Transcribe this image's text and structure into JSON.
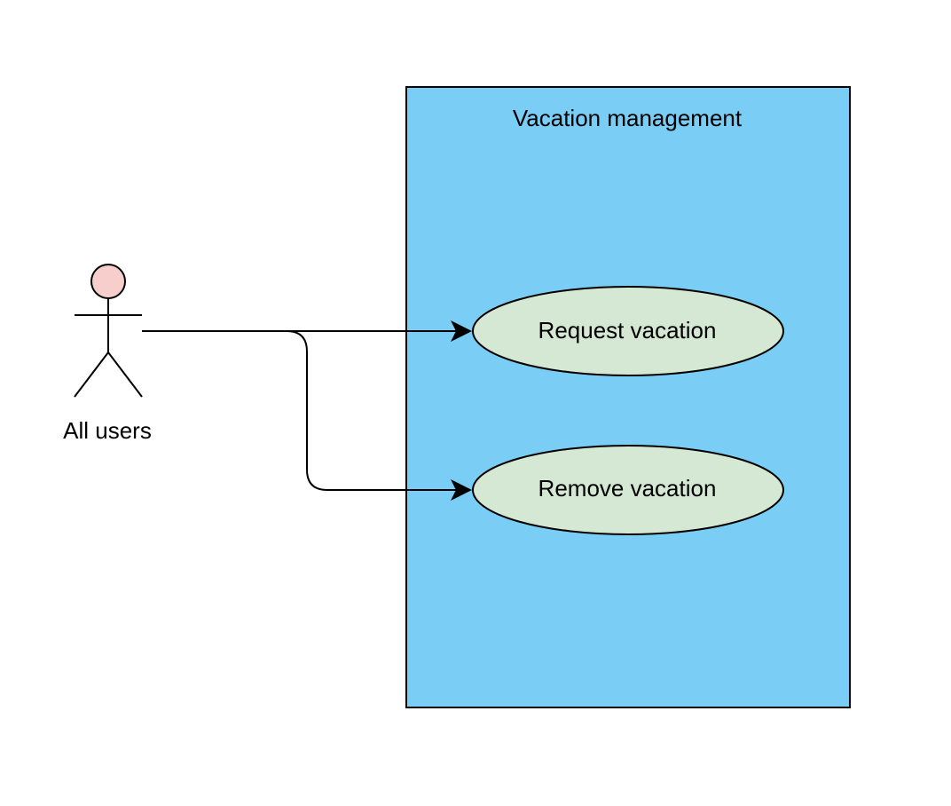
{
  "diagram": {
    "type": "use-case",
    "system": {
      "title": "Vacation management",
      "fill": "#7ACDF4",
      "stroke": "#000000"
    },
    "actor": {
      "label": "All users",
      "head_fill": "#F8CECC",
      "stroke": "#000000"
    },
    "use_cases": [
      {
        "label": "Request vacation",
        "fill": "#D5E8D4",
        "stroke": "#000000"
      },
      {
        "label": "Remove vacation",
        "fill": "#D5E8D4",
        "stroke": "#000000"
      }
    ],
    "connections": [
      {
        "from": "All users",
        "to": "Request vacation",
        "arrow": "filled"
      },
      {
        "from": "All users",
        "to": "Remove vacation",
        "arrow": "filled"
      }
    ]
  }
}
